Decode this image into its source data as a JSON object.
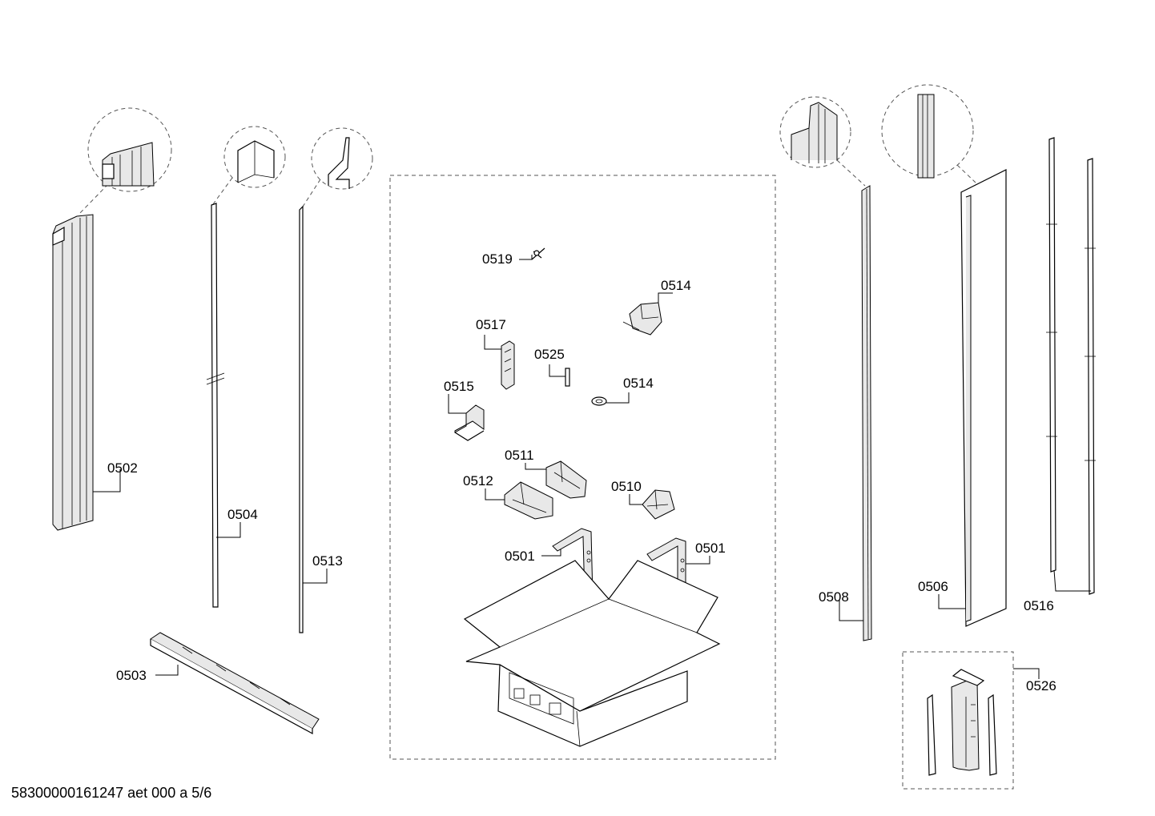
{
  "footer": {
    "doc_number": "58300000161247 aet 000 a 5/6"
  },
  "part_labels": {
    "p0501a": "0501",
    "p0501b": "0501",
    "p0502": "0502",
    "p0503": "0503",
    "p0504": "0504",
    "p0506": "0506",
    "p0508": "0508",
    "p0510": "0510",
    "p0511": "0511",
    "p0512": "0512",
    "p0513": "0513",
    "p0514a": "0514",
    "p0514b": "0514",
    "p0515": "0515",
    "p0516": "0516",
    "p0517": "0517",
    "p0519": "0519",
    "p0525": "0525",
    "p0526": "0526"
  }
}
